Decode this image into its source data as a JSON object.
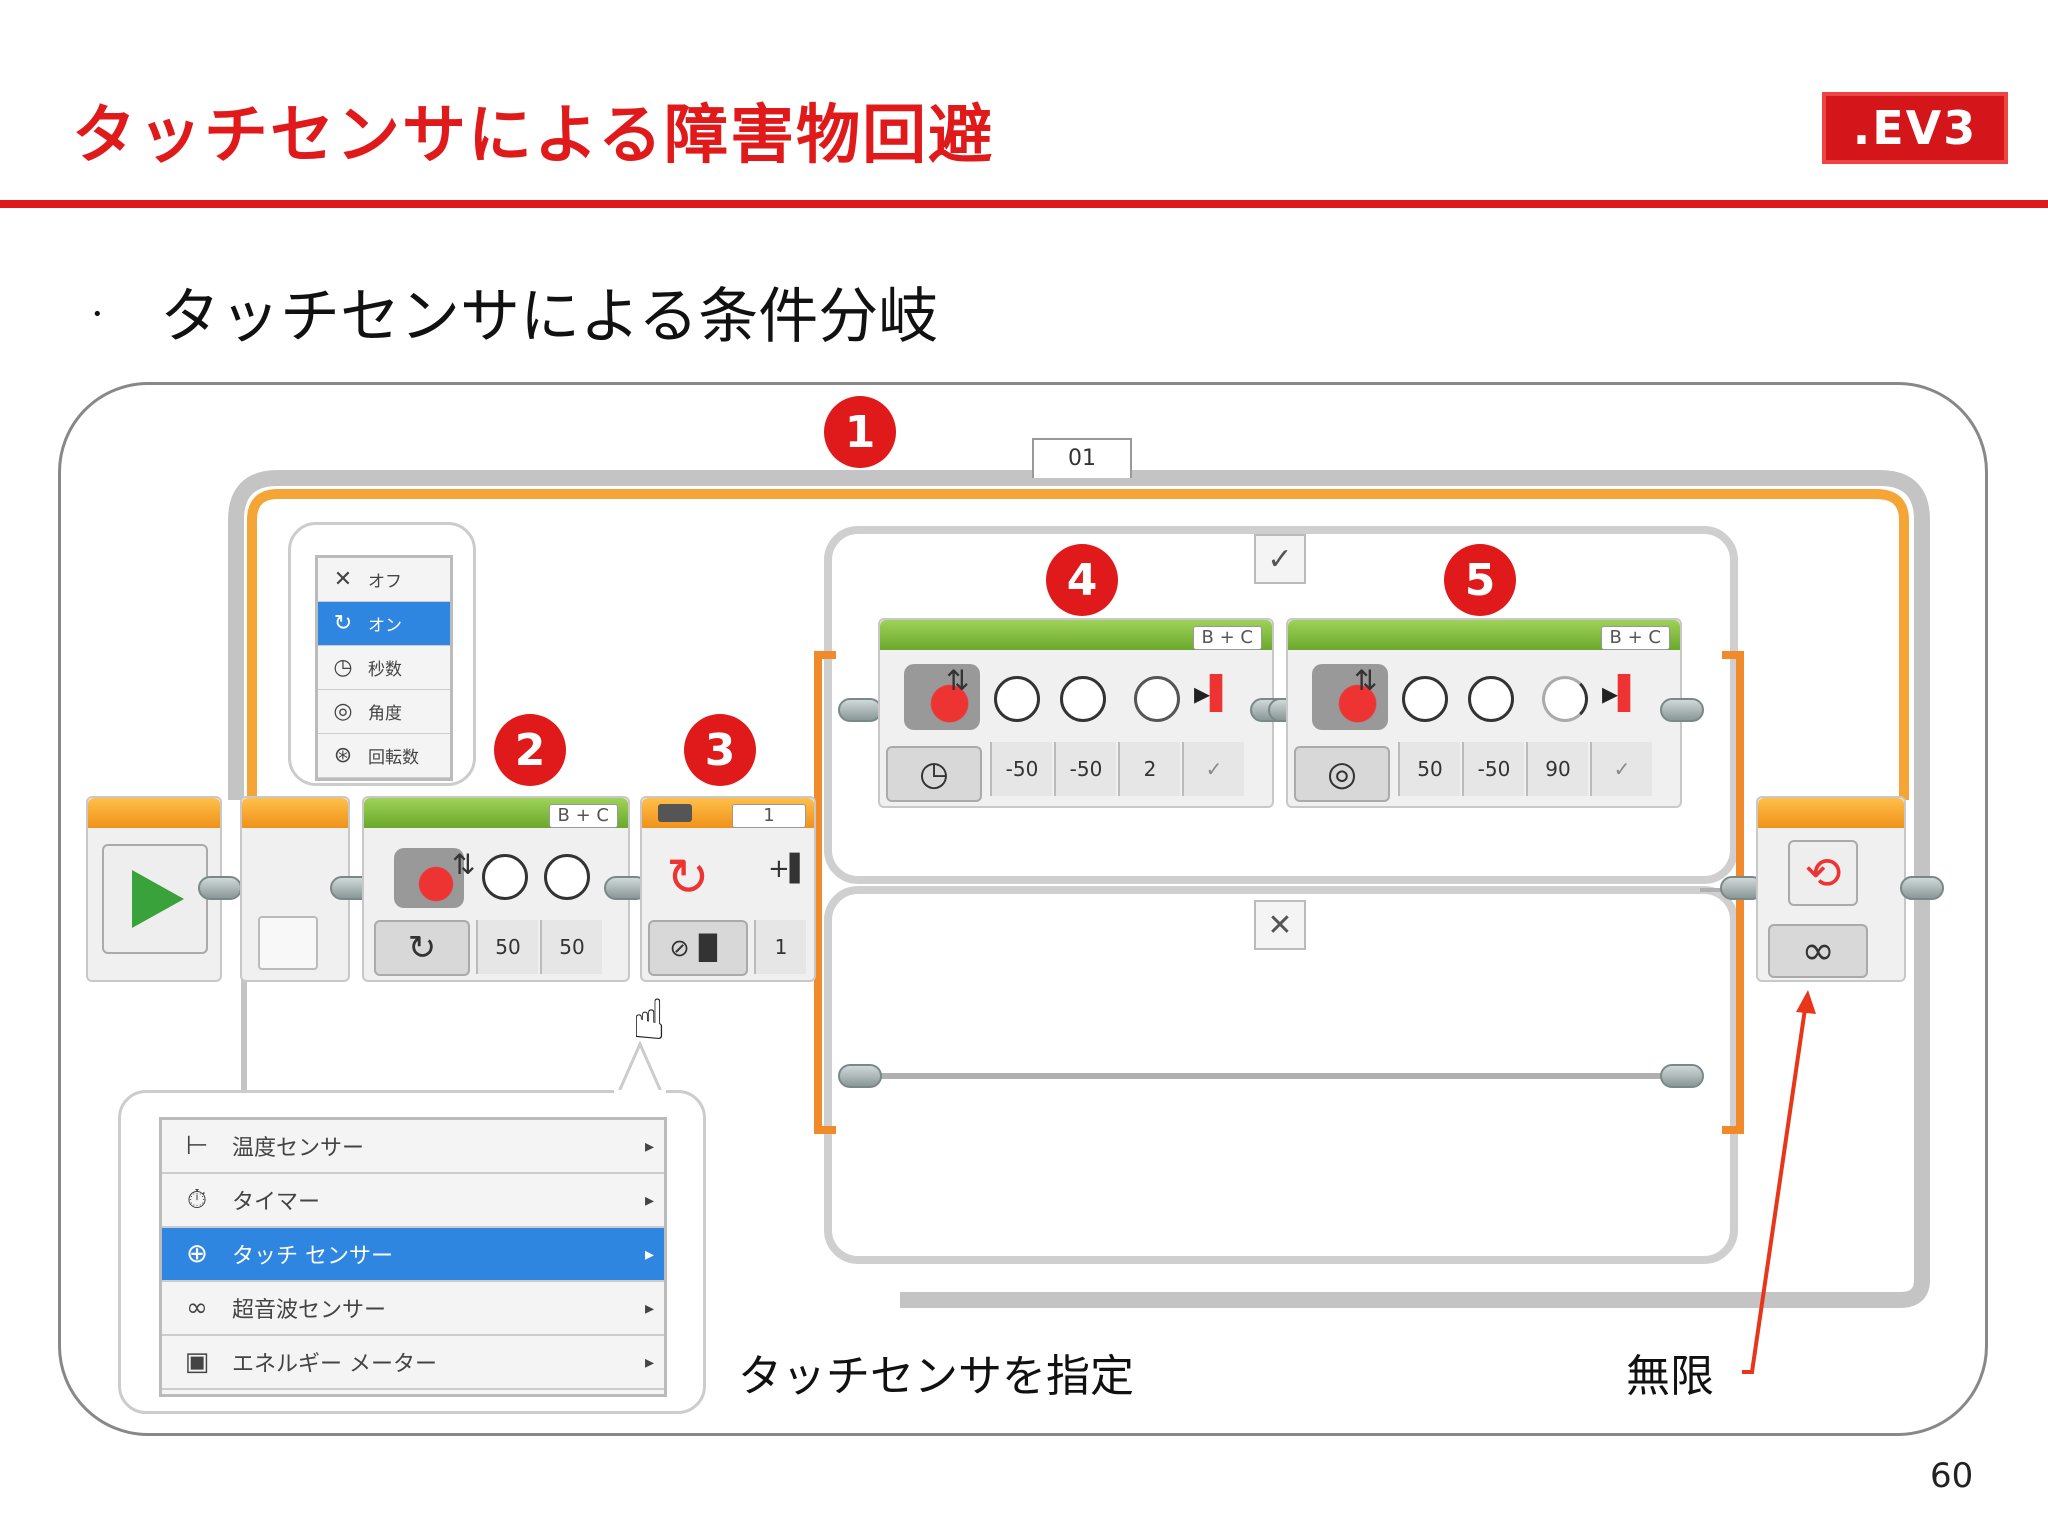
{
  "slide": {
    "title": "タッチセンサによる障害物回避",
    "logo_text": ".EV3",
    "bullet": "•",
    "bullet_text": "タッチセンサによる条件分岐",
    "page_number": "60",
    "accent_color": "#e01a1a"
  },
  "markers": [
    "1",
    "2",
    "3",
    "4",
    "5"
  ],
  "loop": {
    "label": "01",
    "mode_icon": "infinity-icon",
    "mode_symbol": "∞"
  },
  "move_tank_main": {
    "ports": "B + C",
    "params": [
      "50",
      "50"
    ]
  },
  "switch": {
    "count_label": "1",
    "param": "1",
    "true_icon": "✓",
    "false_icon": "✕"
  },
  "move_tank_4": {
    "ports": "B + C",
    "params": [
      "-50",
      "-50",
      "2",
      "✓"
    ]
  },
  "move_tank_5": {
    "ports": "B + C",
    "params": [
      "50",
      "-50",
      "90",
      "✓"
    ]
  },
  "mode_menu": {
    "items": [
      {
        "icon": "✕",
        "label": "オフ"
      },
      {
        "icon": "↻",
        "label": "オン"
      },
      {
        "icon": "◷",
        "label": "秒数"
      },
      {
        "icon": "◎",
        "label": "角度"
      },
      {
        "icon": "⊛",
        "label": "回転数"
      }
    ],
    "selected_index": 1
  },
  "sensor_menu": {
    "items": [
      {
        "icon": "⊢",
        "label": "温度センサー"
      },
      {
        "icon": "⏱",
        "label": "タイマー"
      },
      {
        "icon": "⊕",
        "label": "タッチ センサー"
      },
      {
        "icon": "∞",
        "label": "超音波センサー"
      },
      {
        "icon": "▣",
        "label": "エネルギー メーター"
      }
    ],
    "selected_index": 2,
    "arrow": "▸"
  },
  "captions": {
    "touch_sensor": "タッチセンサを指定",
    "infinite": "無限"
  }
}
